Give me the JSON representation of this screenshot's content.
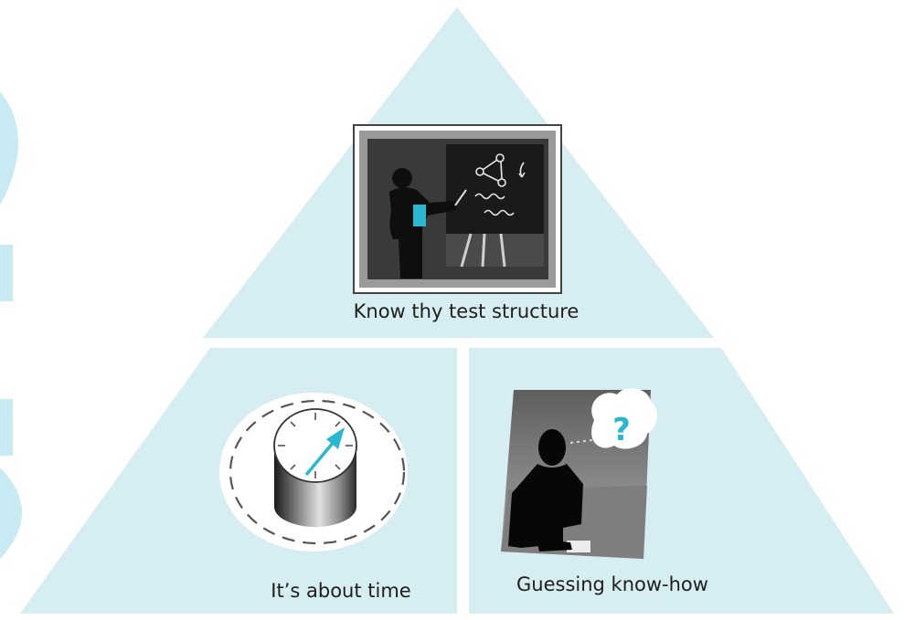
{
  "colors": {
    "triangle_fill": "#d6edf2",
    "accent_cyan": "#2ab8d0",
    "side_bar": "#c8ebf3"
  },
  "sections": {
    "top": {
      "label": "Know thy test structure",
      "icon": "teacher-at-blackboard-illustration"
    },
    "bottom_left": {
      "label": "It’s about time",
      "icon": "stopwatch-illustration"
    },
    "bottom_right": {
      "label": "Guessing know-how",
      "icon": "thinking-person-question-illustration"
    }
  },
  "question_mark": "?"
}
